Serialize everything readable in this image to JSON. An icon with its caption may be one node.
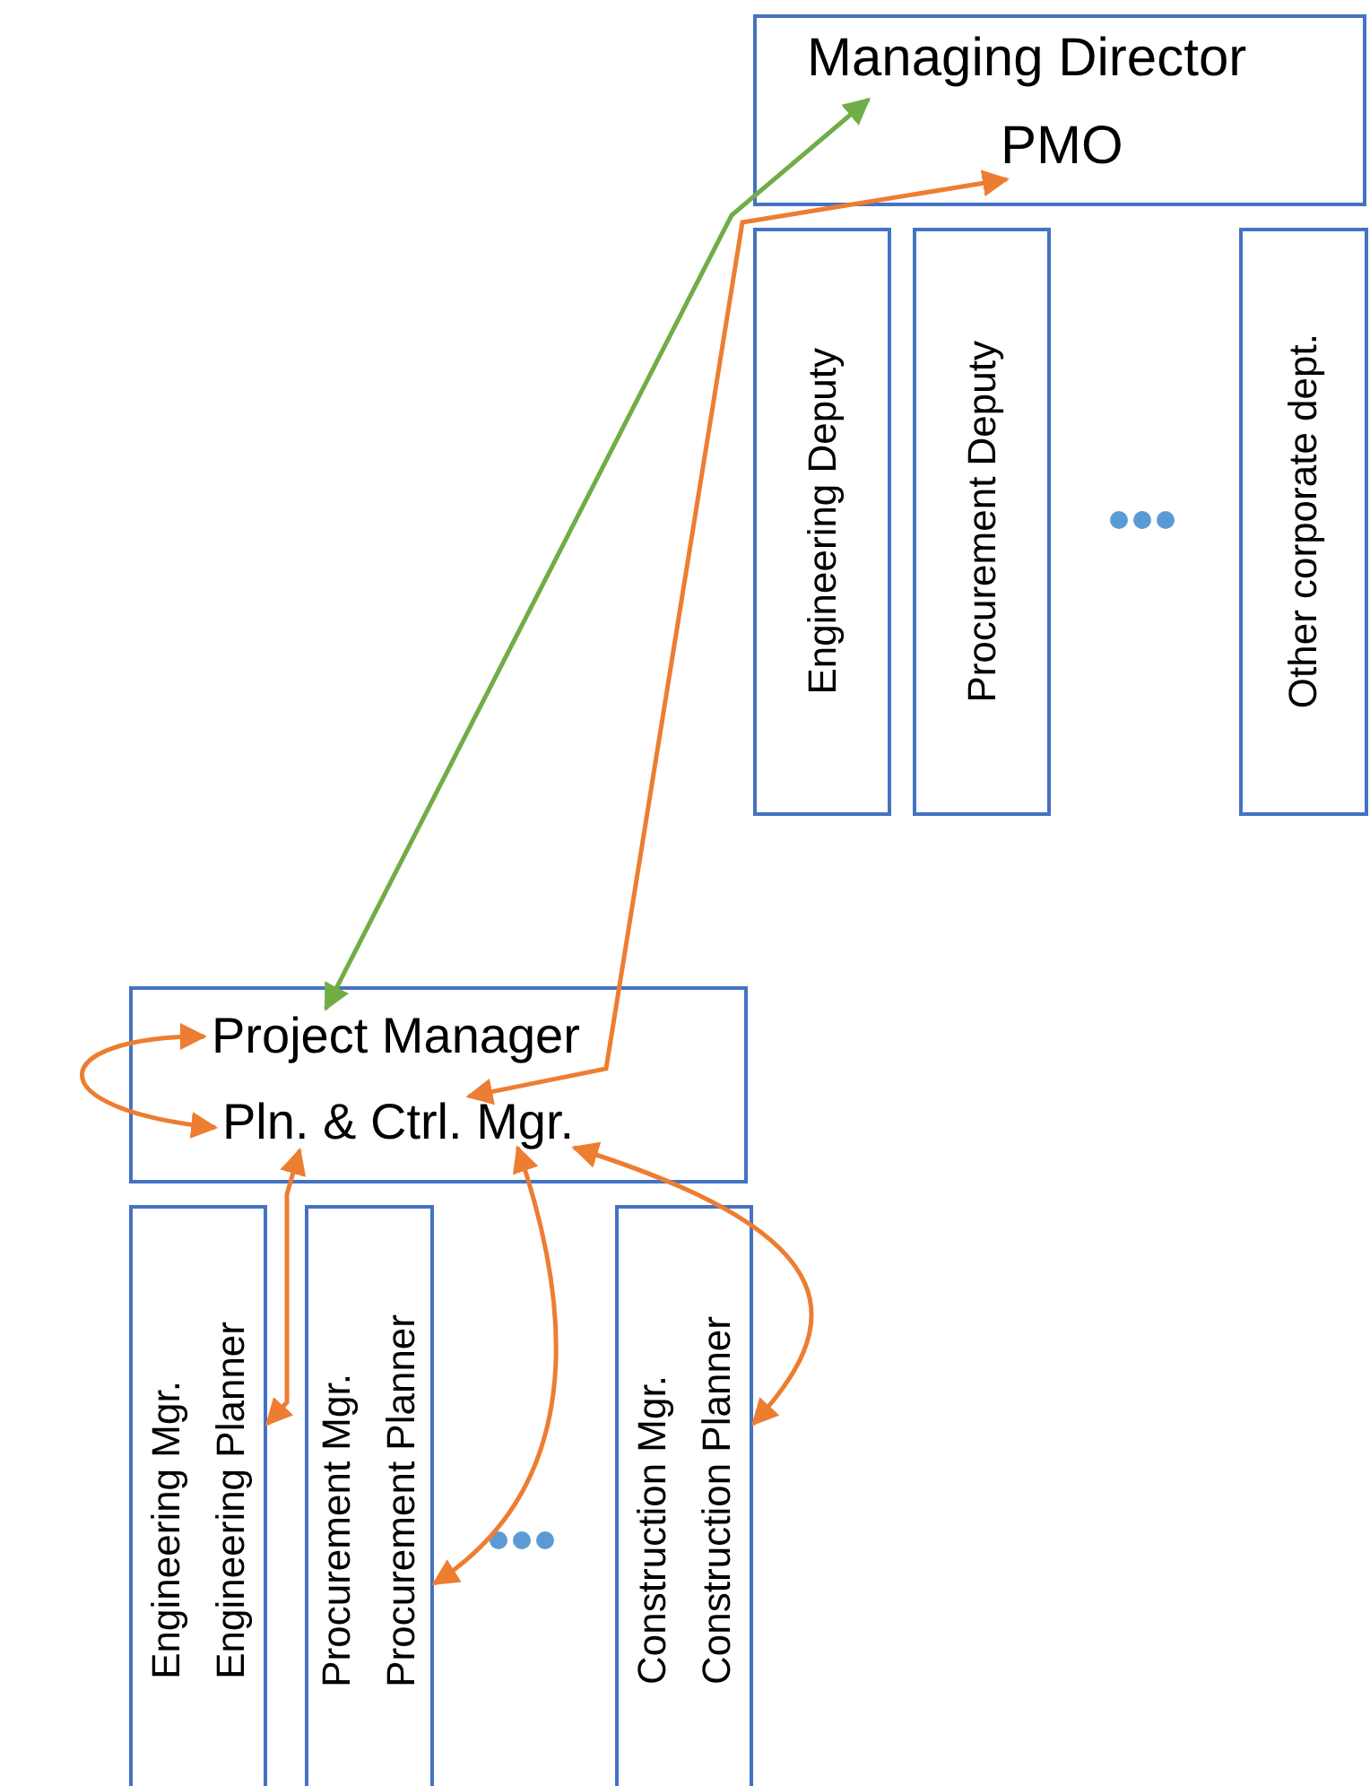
{
  "diagram": {
    "nodes": [
      {
        "text": [],
        "shape": "box"
      },
      {
        "text": [
          "Managing Director"
        ],
        "in": 0
      },
      {
        "text": [
          "PMO"
        ],
        "in": 0
      },
      {
        "text": [
          "Engineering Deputy"
        ]
      },
      {
        "text": [
          "Procurement Deputy"
        ]
      },
      {
        "text": [
          "Other corporate dept."
        ]
      },
      {
        "text": [],
        "shape": "box"
      },
      {
        "text": [
          "Project Manager"
        ],
        "in": 6
      },
      {
        "text": [
          "Pln. & Ctrl. Mgr."
        ],
        "in": 6
      },
      {
        "text": [
          "Engineering Mgr.",
          "Engineering Planner"
        ]
      },
      {
        "text": [
          "Procurement Mgr.",
          "Procurement Planner"
        ]
      },
      {
        "text": [
          "Construction Mgr.",
          "Construction Planner"
        ]
      }
    ],
    "edges": [
      {
        "from": 1,
        "to": 7,
        "arrow": "both",
        "color": "#70ad47"
      },
      {
        "from": 2,
        "to": 8,
        "arrow": "both"
      },
      {
        "from": 7,
        "to": 8,
        "arrow": "both"
      },
      {
        "from": 8,
        "to": 9,
        "arrow": "both"
      },
      {
        "from": 8,
        "to": 10,
        "arrow": "both"
      },
      {
        "from": 8,
        "to": 11,
        "arrow": "both"
      }
    ]
  }
}
